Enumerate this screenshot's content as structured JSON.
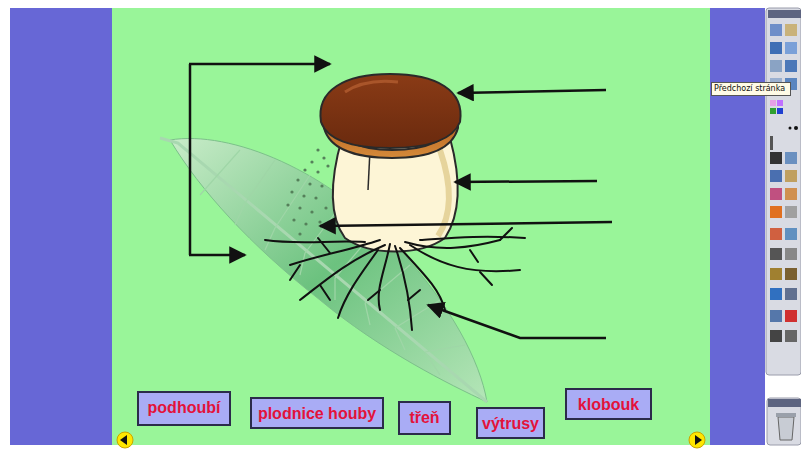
{
  "diagram": {
    "nodes": [
      {
        "text": [
          "Předchozí stránka"
        ]
      },
      {
        "text": [
          "podhoubí"
        ]
      },
      {
        "text": [
          "plodnice houby"
        ]
      },
      {
        "text": [
          "třeň"
        ]
      },
      {
        "text": [
          "výtrusy"
        ]
      },
      {
        "text": [
          "klobouk"
        ]
      }
    ],
    "edges": []
  }
}
